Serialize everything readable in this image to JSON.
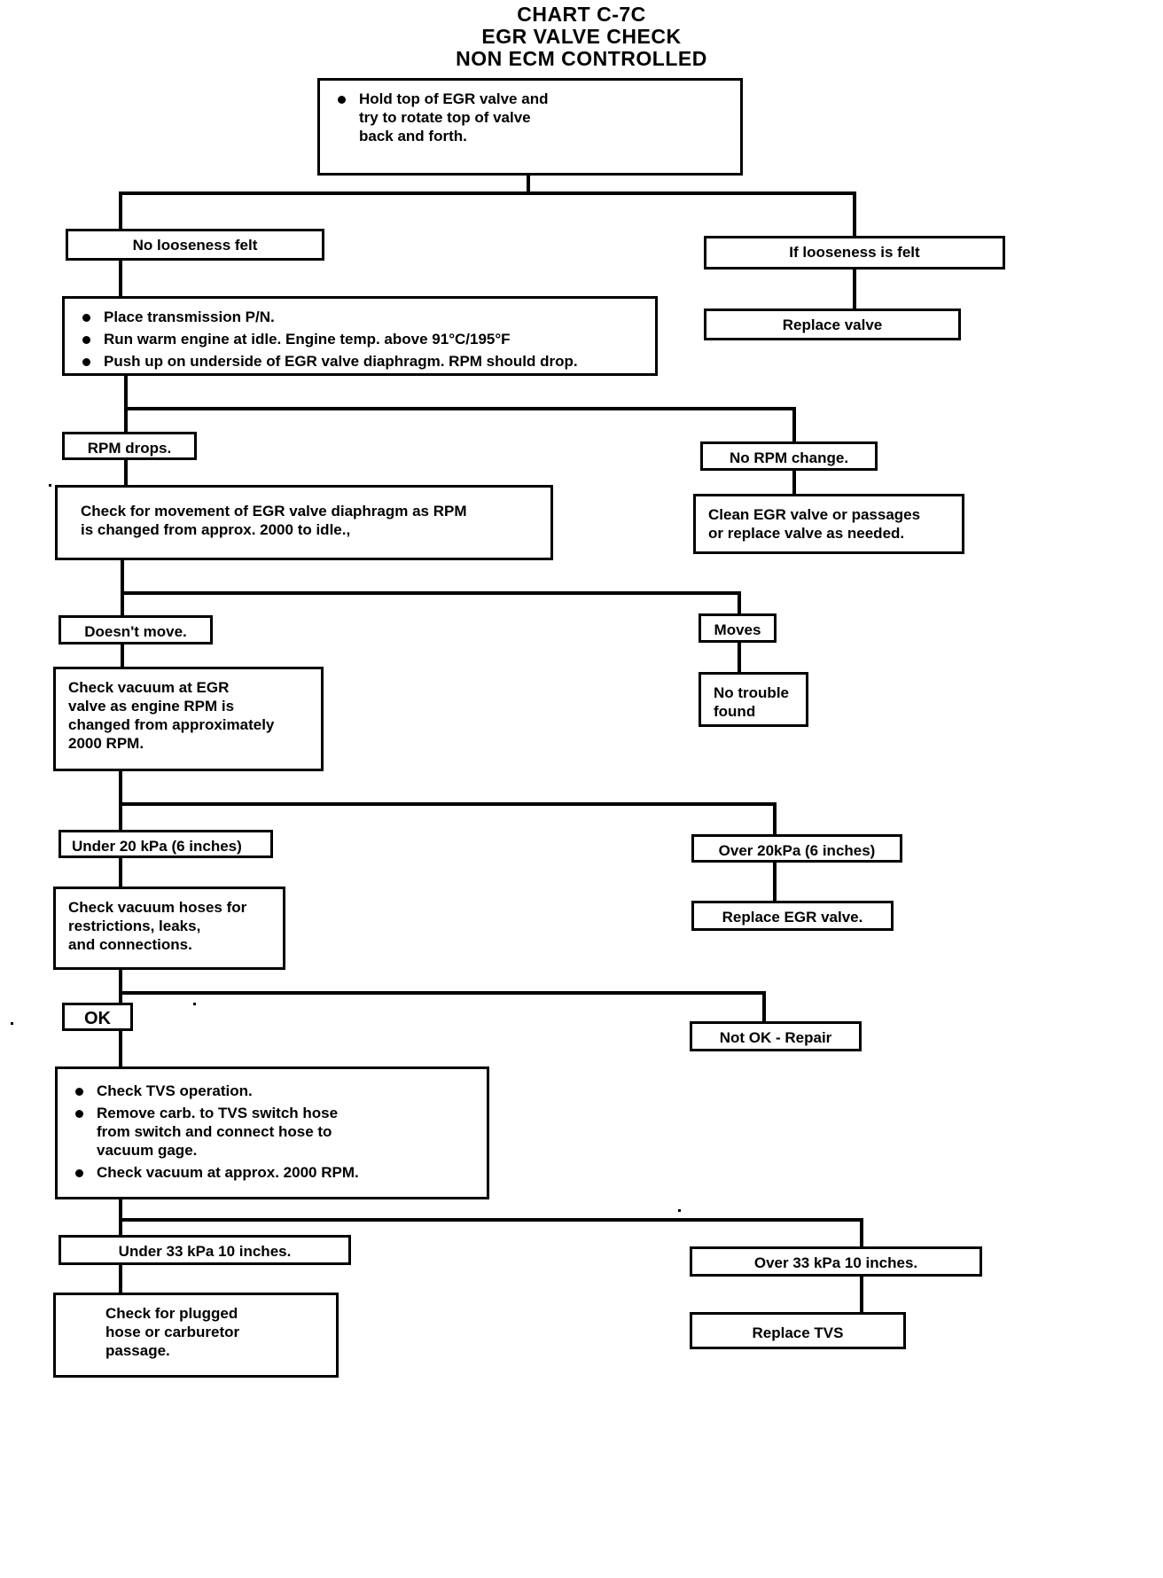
{
  "title": {
    "line1": "CHART C-7C",
    "line2": "EGR VALVE CHECK",
    "line3": "NON ECM CONTROLLED"
  },
  "nodes": {
    "start": {
      "name": "hold-top-of-egr-valve",
      "bullets": [
        "Hold top of EGR valve and\ntry to rotate top of valve\nback and forth."
      ]
    },
    "no_looseness": {
      "label": "No looseness felt"
    },
    "if_looseness": {
      "label": "If looseness is felt"
    },
    "replace_valve": {
      "label": "Replace valve"
    },
    "place_transmission": {
      "bullets": [
        "Place transmission P/N.",
        "Run warm engine at idle. Engine temp. above 91°C/195°F",
        "Push up on underside of EGR valve diaphragm. RPM should drop."
      ]
    },
    "rpm_drops": {
      "label": "RPM drops."
    },
    "no_rpm_change": {
      "label": "No RPM change."
    },
    "check_movement": {
      "lines": [
        "Check for movement of EGR valve diaphragm as RPM",
        "is changed from approx. 2000 to idle.,"
      ]
    },
    "clean_egr": {
      "lines": [
        "Clean EGR valve or passages",
        "or replace valve as needed."
      ]
    },
    "doesnt_move": {
      "label": "Doesn't move."
    },
    "moves": {
      "label": "Moves"
    },
    "check_vacuum_egr": {
      "lines": [
        "Check vacuum at EGR",
        "valve as engine RPM is",
        "changed from approximately",
        "2000 RPM."
      ]
    },
    "no_trouble_found": {
      "lines": [
        "No trouble",
        "found"
      ]
    },
    "under_20kpa": {
      "label": "Under 20 kPa (6 inches)"
    },
    "over_20kpa": {
      "label": "Over 20kPa (6 inches)"
    },
    "check_vacuum_hoses": {
      "lines": [
        "Check vacuum hoses for",
        "restrictions, leaks,",
        "and connections."
      ]
    },
    "replace_egr_valve": {
      "label": "Replace EGR valve."
    },
    "ok": {
      "label": "OK"
    },
    "not_ok_repair": {
      "label": "Not OK - Repair"
    },
    "tvs_checks": {
      "bullets": [
        "Check TVS operation.",
        "Remove carb. to TVS switch hose\nfrom switch and connect hose to\nvacuum gage.",
        "Check vacuum at approx. 2000 RPM."
      ]
    },
    "under_33kpa": {
      "label": "Under 33 kPa 10 inches."
    },
    "over_33kpa": {
      "label": "Over 33 kPa 10 inches."
    },
    "check_plugged_hose": {
      "lines": [
        "Check for plugged",
        "hose or carburetor",
        "passage."
      ]
    },
    "replace_tvs": {
      "label": "Replace TVS"
    }
  },
  "chart_data": {
    "type": "flowchart",
    "title": "CHART C-7C EGR VALVE CHECK NON ECM CONTROLLED",
    "colors": {
      "ink": "#000000",
      "background": "#ffffff"
    },
    "steps": [
      {
        "id": "start",
        "text": "Hold top of EGR valve and try to rotate top of valve back and forth.",
        "branches": [
          "no_looseness",
          "if_looseness"
        ]
      },
      {
        "id": "no_looseness",
        "text": "No looseness felt",
        "next": "place_transmission"
      },
      {
        "id": "if_looseness",
        "text": "If looseness is felt",
        "next": "replace_valve"
      },
      {
        "id": "replace_valve",
        "text": "Replace valve",
        "next": null
      },
      {
        "id": "place_transmission",
        "text": "Place transmission P/N. / Run warm engine at idle. Engine temp. above 91°C/195°F / Push up on underside of EGR valve diaphragm. RPM should drop.",
        "branches": [
          "rpm_drops",
          "no_rpm_change"
        ]
      },
      {
        "id": "rpm_drops",
        "text": "RPM drops.",
        "next": "check_movement"
      },
      {
        "id": "no_rpm_change",
        "text": "No RPM change.",
        "next": "clean_egr"
      },
      {
        "id": "check_movement",
        "text": "Check for movement of EGR valve diaphragm as RPM is changed from approx. 2000 to idle.,",
        "branches": [
          "doesnt_move",
          "moves"
        ]
      },
      {
        "id": "clean_egr",
        "text": "Clean EGR valve or passages or replace valve as needed.",
        "next": null
      },
      {
        "id": "doesnt_move",
        "text": "Doesn't move.",
        "next": "check_vacuum_egr"
      },
      {
        "id": "moves",
        "text": "Moves",
        "next": "no_trouble_found"
      },
      {
        "id": "no_trouble_found",
        "text": "No trouble found",
        "next": null
      },
      {
        "id": "check_vacuum_egr",
        "text": "Check vacuum at EGR valve as engine RPM is changed from approximately 2000 RPM.",
        "branches": [
          "under_20kpa",
          "over_20kpa"
        ]
      },
      {
        "id": "under_20kpa",
        "text": "Under 20 kPa (6 inches)",
        "next": "check_vacuum_hoses"
      },
      {
        "id": "over_20kpa",
        "text": "Over 20kPa (6 inches)",
        "next": "replace_egr_valve"
      },
      {
        "id": "replace_egr_valve",
        "text": "Replace EGR valve.",
        "next": null
      },
      {
        "id": "check_vacuum_hoses",
        "text": "Check vacuum hoses for restrictions, leaks, and connections.",
        "branches": [
          "ok",
          "not_ok_repair"
        ]
      },
      {
        "id": "ok",
        "text": "OK",
        "next": "tvs_checks"
      },
      {
        "id": "not_ok_repair",
        "text": "Not OK - Repair",
        "next": null
      },
      {
        "id": "tvs_checks",
        "text": "Check TVS operation. / Remove carb. to TVS switch hose from switch and connect hose to vacuum gage. / Check vacuum at approx. 2000 RPM.",
        "branches": [
          "under_33kpa",
          "over_33kpa"
        ]
      },
      {
        "id": "under_33kpa",
        "text": "Under 33 kPa 10 inches.",
        "next": "check_plugged_hose"
      },
      {
        "id": "over_33kpa",
        "text": "Over 33 kPa 10 inches.",
        "next": "replace_tvs"
      },
      {
        "id": "check_plugged_hose",
        "text": "Check for plugged hose or carburetor passage.",
        "next": null
      },
      {
        "id": "replace_tvs",
        "text": "Replace TVS",
        "next": null
      }
    ]
  }
}
